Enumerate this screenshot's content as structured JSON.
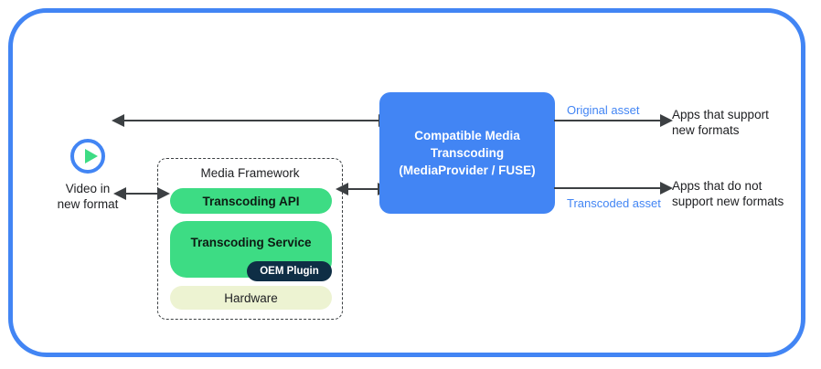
{
  "diagram": {
    "frame": {
      "accent_color": "#4285f4"
    },
    "source": {
      "icon": "play-circle-icon",
      "label": "Video in\nnew format"
    },
    "media_framework": {
      "title": "Media Framework",
      "layers": [
        {
          "name": "transcoding-api",
          "label": "Transcoding API",
          "color": "#3ddc84"
        },
        {
          "name": "transcoding-service",
          "label": "Transcoding Service",
          "color": "#3ddc84"
        },
        {
          "name": "hardware",
          "label": "Hardware",
          "color": "#edf3d2"
        }
      ],
      "badge": {
        "label": "OEM Plugin",
        "color": "#0e2e45"
      }
    },
    "cmt": {
      "label": "Compatible Media\nTranscoding\n(MediaProvider / FUSE)",
      "color": "#4285f4"
    },
    "outputs": [
      {
        "asset_label": "Original asset",
        "target_label": "Apps that support\nnew formats"
      },
      {
        "asset_label": "Transcoded asset",
        "target_label": "Apps that do not\nsupport new formats"
      }
    ]
  }
}
